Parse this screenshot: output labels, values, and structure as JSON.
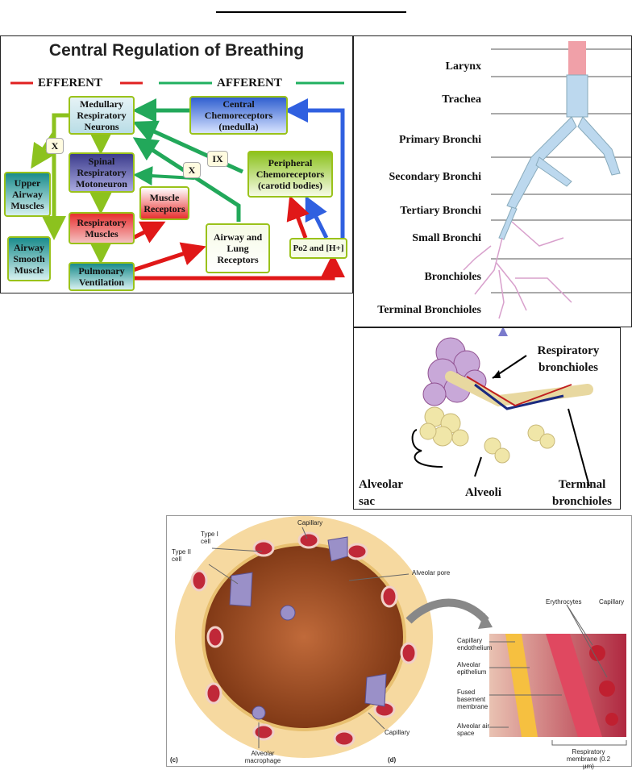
{
  "regulation": {
    "title": "Central Regulation of Breathing",
    "efferent": "EFFERENT",
    "afferent": "AFFERENT",
    "boxes": {
      "medullary": "Medullary Respiratory Neurons",
      "spinal": "Spinal Respiratory Motoneuron",
      "respiratory_muscles": "Respiratory Muscles",
      "pulmonary": "Pulmonary Ventilation",
      "upper_airway": "Upper Airway Muscles",
      "airway_smooth": "Airway Smooth Muscle",
      "muscle_receptors": "Muscle Receptors",
      "central_chemo": "Central Chemoreceptors (medulla)",
      "peripheral_chemo": "Peripheral Chemoreceptors (carotid bodies)",
      "airway_lung": "Airway and Lung Receptors",
      "po2": "Po2 and [H+]"
    },
    "nerve_x": "X",
    "nerve_ix": "IX"
  },
  "airways": {
    "labels": [
      "Larynx",
      "Trachea",
      "Primary Bronchi",
      "Secondary Bronchi",
      "Tertiary Bronchi",
      "Small Bronchi",
      "Bronchioles",
      "Terminal Bronchioles"
    ]
  },
  "alveoli_panel": {
    "respiratory_bronchioles": "Respiratory bronchioles",
    "alveolar_sac": "Alveolar sac",
    "alveoli": "Alveoli",
    "terminal_bronchioles": "Terminal bronchioles"
  },
  "membrane_panel": {
    "capillary_top": "Capillary",
    "type_i": "Type I cell",
    "type_ii": "Type II cell",
    "alveolar_pore": "Alveolar pore",
    "capillary_bottom": "Capillary",
    "macrophage": "Alveolar macrophage",
    "fig_c": "(c)",
    "fig_d": "(d)",
    "erythrocytes": "Erythrocytes",
    "capillary_right": "Capillary",
    "endothelium": "Capillary endothelium",
    "epithelium": "Alveolar epithelium",
    "fused": "Fused basement membrane",
    "air_space": "Alveolar air space",
    "resp_membrane": "Respiratory membrane (0.2 µm)"
  },
  "colors": {
    "efferent": "#e02020",
    "afferent": "#20b060",
    "green_arrow": "#8cc21e",
    "blue_arrow": "#3060e0",
    "red_arrow": "#e01818"
  }
}
